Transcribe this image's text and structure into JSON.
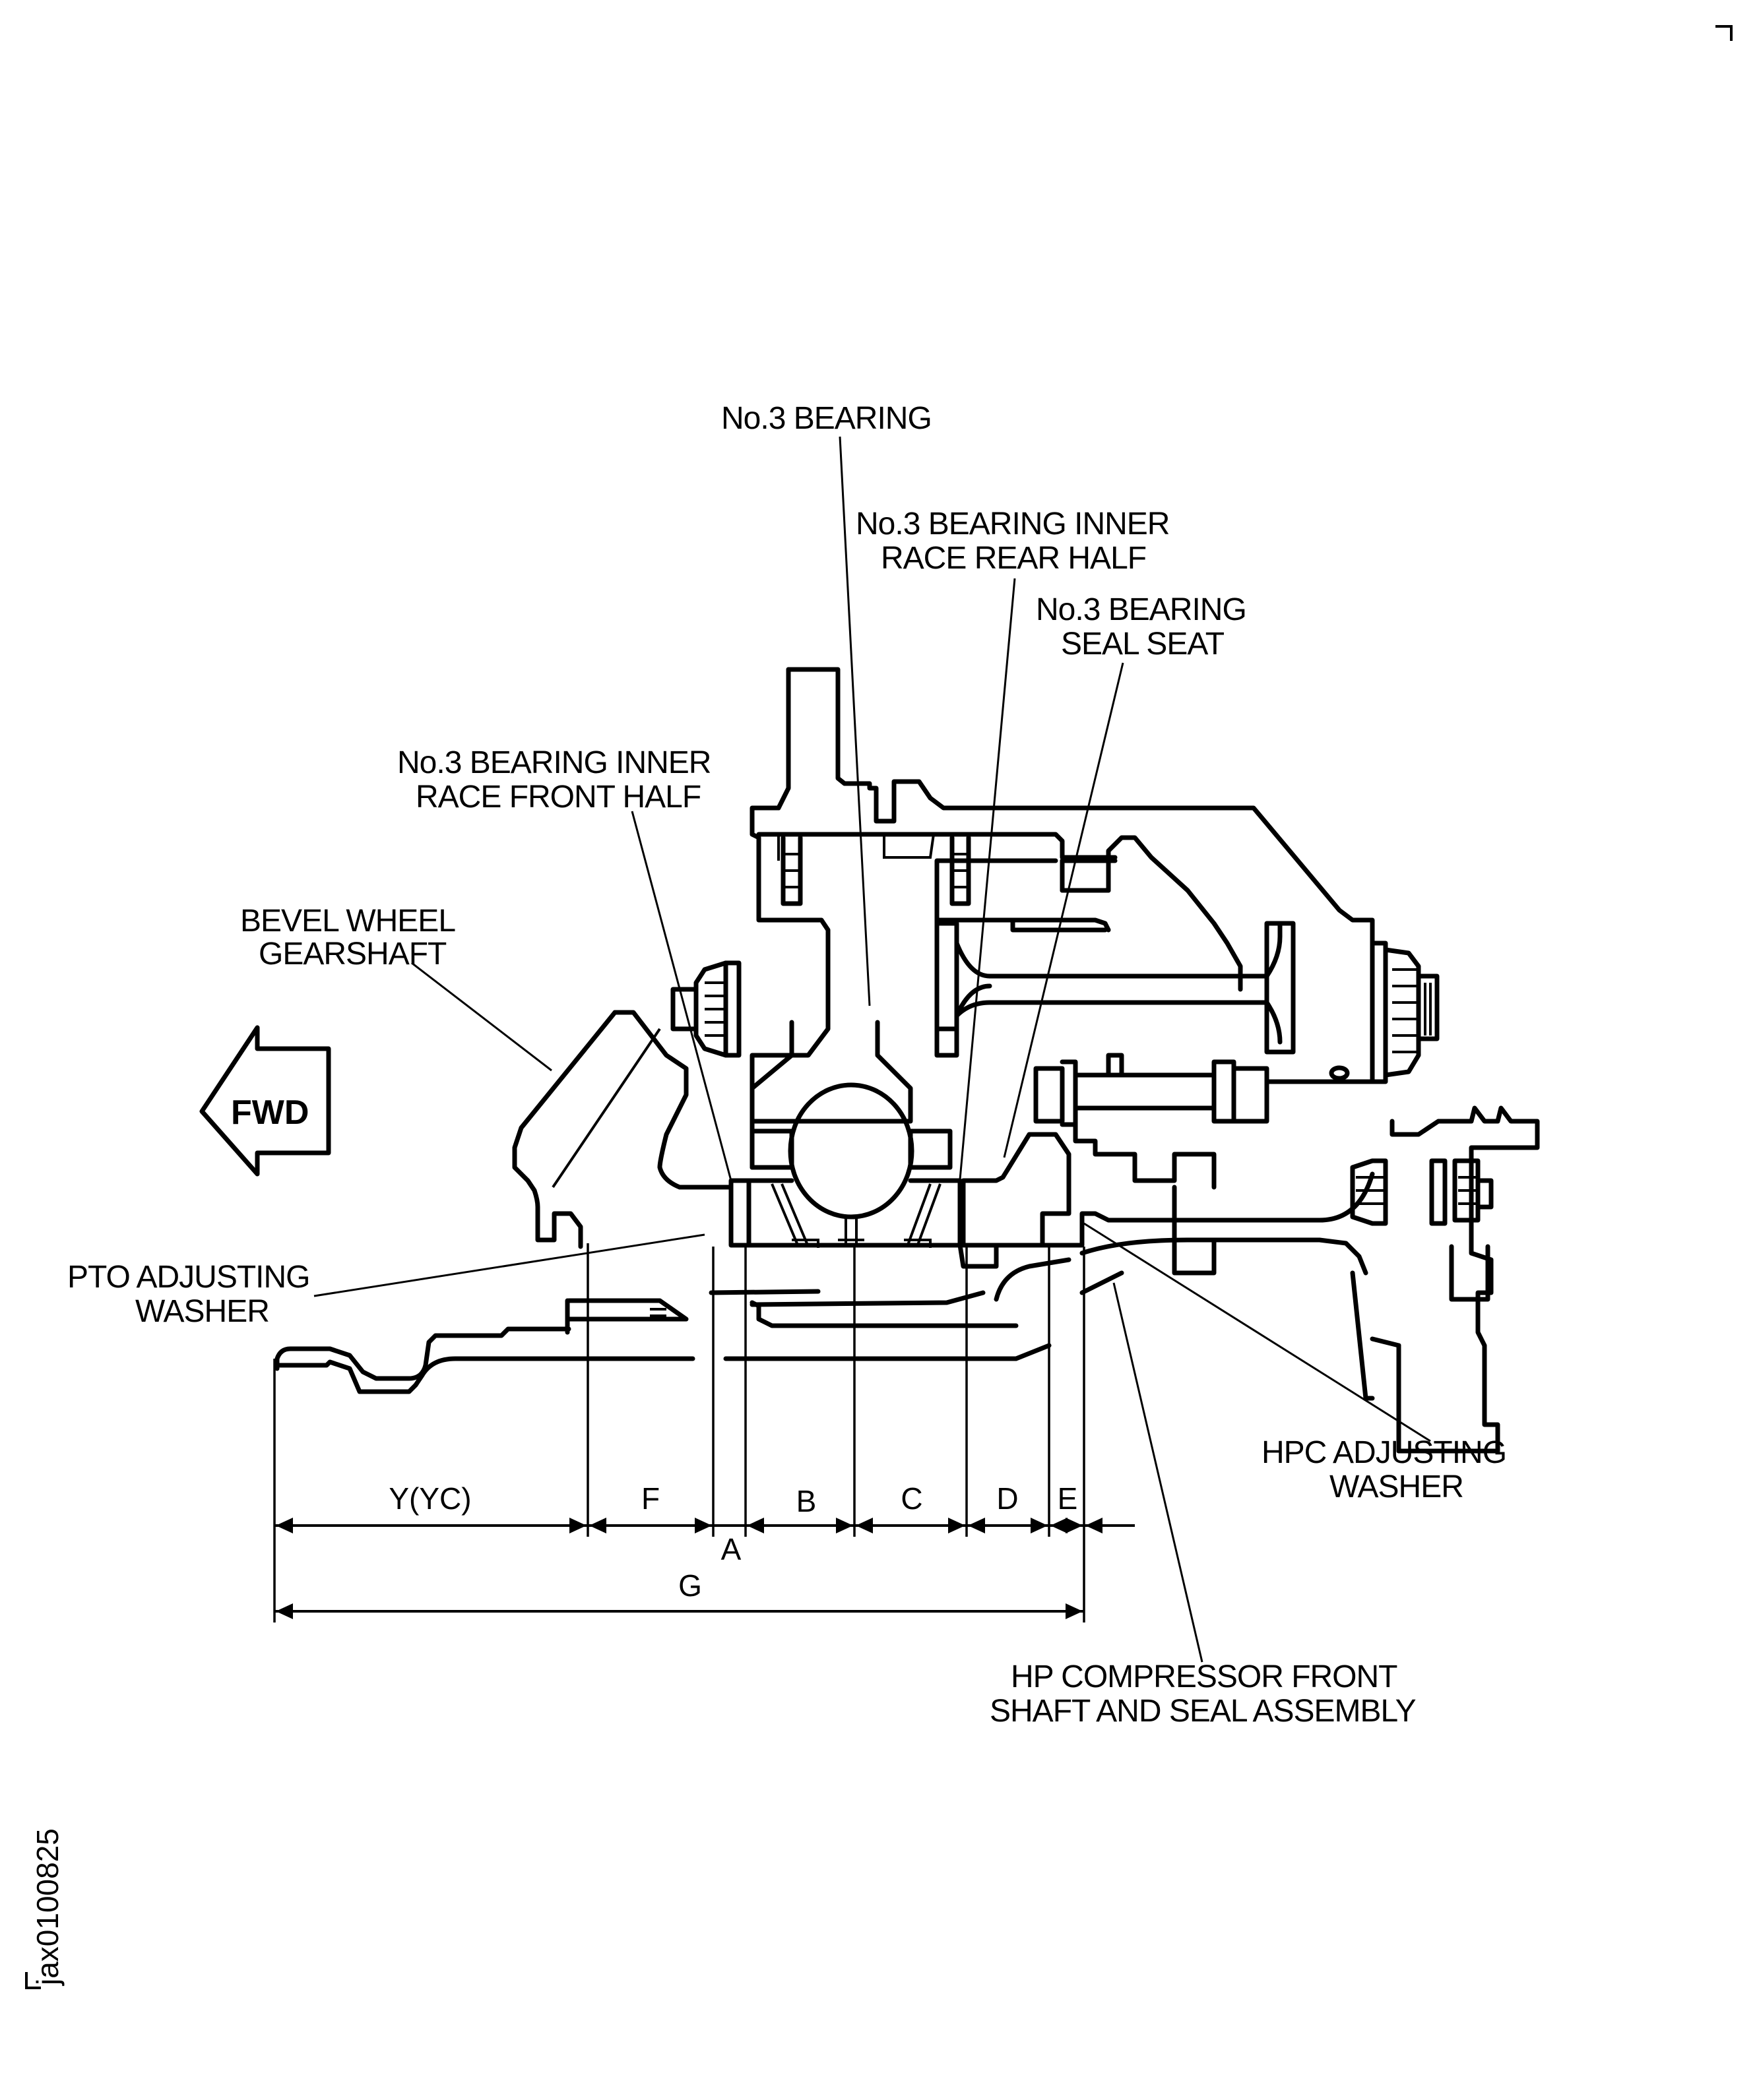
{
  "figure_id": "jax0100825",
  "direction_indicator": {
    "label": "FWD",
    "direction": "left"
  },
  "callouts": [
    {
      "id": "no3-bearing",
      "lines": [
        "No.3 BEARING"
      ]
    },
    {
      "id": "no3-inner-race-rear-half",
      "lines": [
        "No.3 BEARING INNER",
        "RACE REAR HALF"
      ]
    },
    {
      "id": "no3-seal-seat",
      "lines": [
        "No.3 BEARING",
        "SEAL SEAT"
      ]
    },
    {
      "id": "no3-inner-race-front-half",
      "lines": [
        "No.3 BEARING INNER",
        "RACE FRONT HALF"
      ]
    },
    {
      "id": "bevel-wheel-gearshaft",
      "lines": [
        "BEVEL WHEEL",
        "GEARSHAFT"
      ]
    },
    {
      "id": "pto-adjusting-washer",
      "lines": [
        "PTO ADJUSTING",
        "WASHER"
      ]
    },
    {
      "id": "hpc-adjusting-washer",
      "lines": [
        "HPC ADJUSTING",
        "WASHER"
      ]
    },
    {
      "id": "hp-compressor-front-shaft",
      "lines": [
        "HP COMPRESSOR FRONT",
        "SHAFT AND SEAL ASSEMBLY"
      ]
    }
  ],
  "dimensions": {
    "segments": [
      "Y(YC)",
      "F",
      "A",
      "B",
      "C",
      "D",
      "E"
    ],
    "overall": "G"
  }
}
